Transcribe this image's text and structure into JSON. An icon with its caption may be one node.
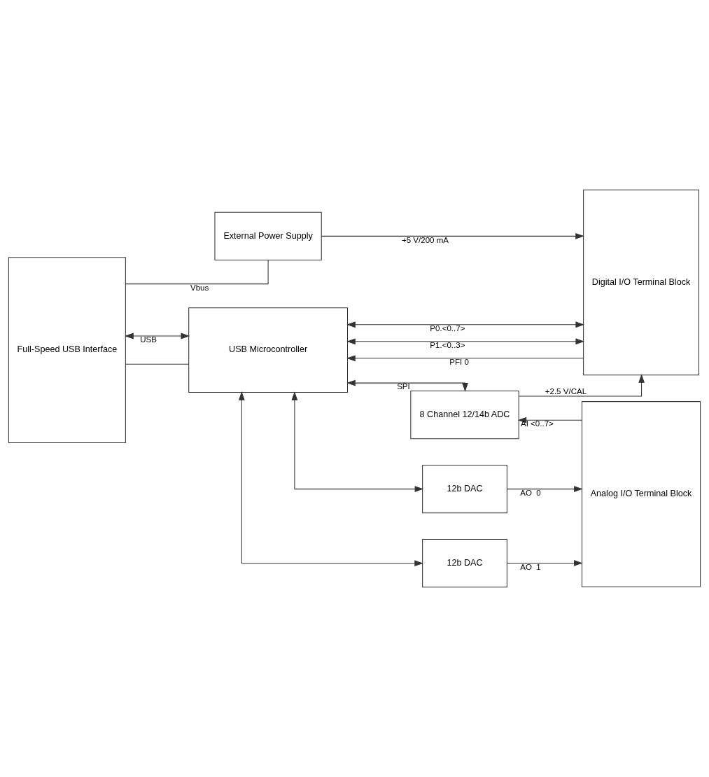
{
  "diagram": {
    "nodes": [
      {
        "text": [
          "Full-Speed USB Interface"
        ]
      },
      {
        "text": [
          "External Power Supply"
        ]
      },
      {
        "text": [
          "Digital I/O Terminal Block"
        ]
      },
      {
        "text": [
          "USB Microcontroller"
        ]
      },
      {
        "text": [
          "8 Channel 12/14b ADC"
        ]
      },
      {
        "text": [
          "Analog I/O Terminal Block"
        ]
      },
      {
        "text": [
          "12b DAC"
        ]
      },
      {
        "text": [
          "12b DAC"
        ]
      }
    ],
    "edges": [
      {
        "from": 0,
        "to": 1,
        "arrow": "none",
        "label": "Vbus"
      },
      {
        "from": 0,
        "to": 3,
        "arrow": "none"
      },
      {
        "from": 1,
        "to": 2,
        "arrow": "to",
        "label": "+5 V/200 mA"
      },
      {
        "from": 2,
        "to": 3,
        "arrow": "to",
        "label": "PFI 0"
      },
      {
        "from": 0,
        "to": 3,
        "arrow": "both",
        "label": "USB"
      },
      {
        "from": 3,
        "to": 2,
        "arrow": "both",
        "label": "P1.<0..3>"
      },
      {
        "from": 3,
        "to": 2,
        "arrow": "both",
        "label": "P0.<0..7>"
      },
      {
        "from": 4,
        "to": 2,
        "arrow": "to",
        "label": "+2.5 V/CAL"
      },
      {
        "from": 5,
        "to": 4,
        "arrow": "to",
        "label": "AI <0..7>"
      },
      {
        "from": 3,
        "to": 4,
        "arrow": "both",
        "label": "SPI"
      },
      {
        "from": 3,
        "to": 6,
        "arrow": "both"
      },
      {
        "from": 3,
        "to": 7,
        "arrow": "both"
      },
      {
        "from": 6,
        "to": 5,
        "arrow": "to",
        "label": "AO  0"
      },
      {
        "from": 7,
        "to": 5,
        "arrow": "to",
        "label": "AO  1"
      }
    ]
  }
}
